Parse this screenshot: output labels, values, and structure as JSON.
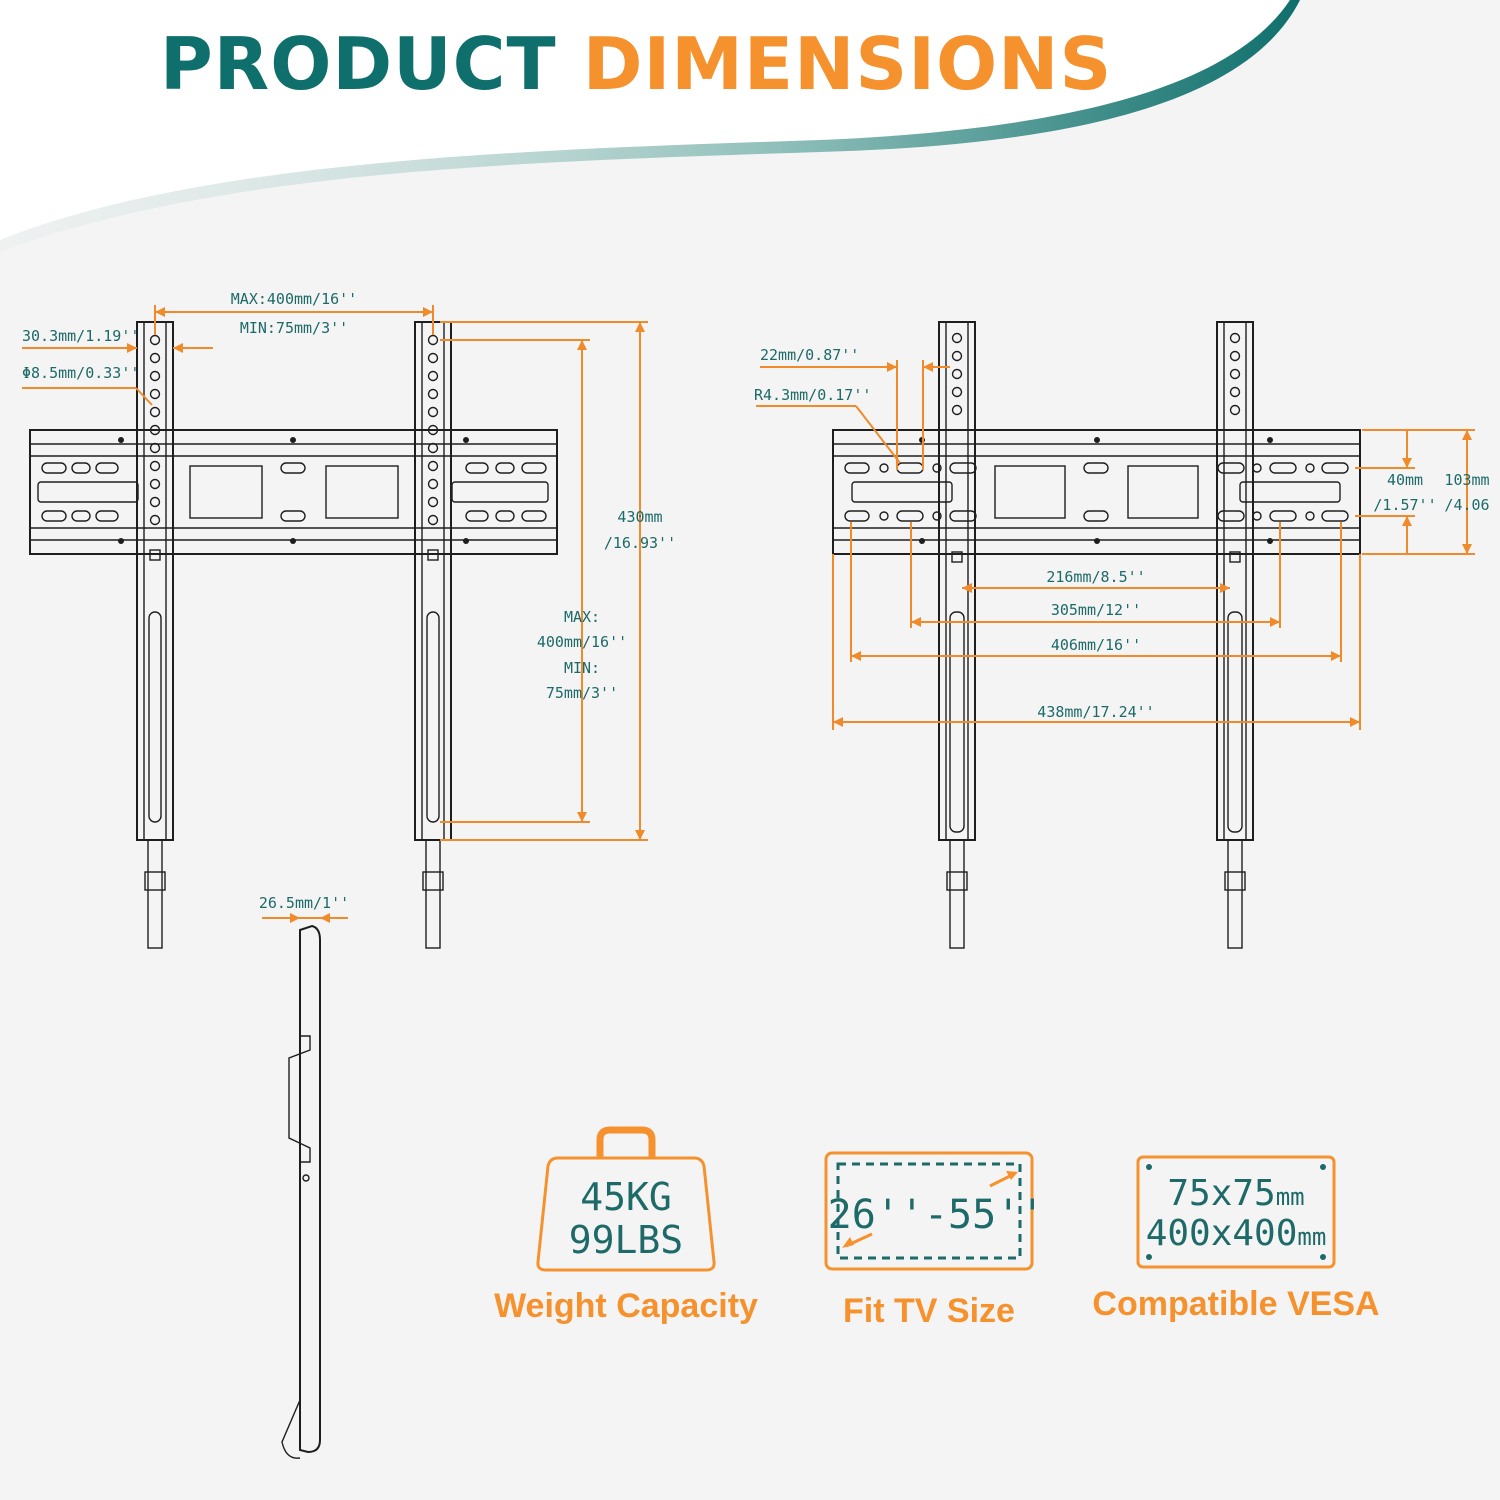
{
  "title": {
    "part1": "PRODUCT",
    "part2": "DIMENSIONS"
  },
  "colors": {
    "teal": "#0f6f6c",
    "orange": "#f5922e",
    "line": "#1e1e1e",
    "background": "#f4f4f4"
  },
  "front_view": {
    "hole_spacing_max": "MAX:400mm/16''",
    "hole_spacing_min": "MIN:75mm/3''",
    "arm_width": "30.3mm/1.19''",
    "hole_diameter": "Φ8.5mm/0.33''",
    "overall_height_1": "430mm",
    "overall_height_2": "/16.93''",
    "vertical_max_label": "MAX:",
    "vertical_max_value": "400mm/16''",
    "vertical_min_label": "MIN:",
    "vertical_min_value": "75mm/3''"
  },
  "side_view": {
    "depth": "26.5mm/1''"
  },
  "plate_view": {
    "slot_width": "22mm/0.87''",
    "slot_radius": "R4.3mm/0.17''",
    "slot_pitch_1": "40mm",
    "slot_pitch_2": "/1.57''",
    "plate_height_1": "103mm",
    "plate_height_2": "/4.06",
    "span_216": "216mm/8.5''",
    "span_305": "305mm/12''",
    "span_406": "406mm/16''",
    "span_438": "438mm/17.24''"
  },
  "features": [
    {
      "icon": "weight-icon",
      "value_line1": "45KG",
      "value_line2": "99LBS",
      "label": "Weight Capacity"
    },
    {
      "icon": "tv-size-icon",
      "value_line1": "26''-55''",
      "label": "Fit TV Size"
    },
    {
      "icon": "vesa-icon",
      "value_line1": "75x75",
      "unit1": "mm",
      "value_line2": "400x400",
      "unit2": "mm",
      "label": "Compatible VESA"
    }
  ]
}
